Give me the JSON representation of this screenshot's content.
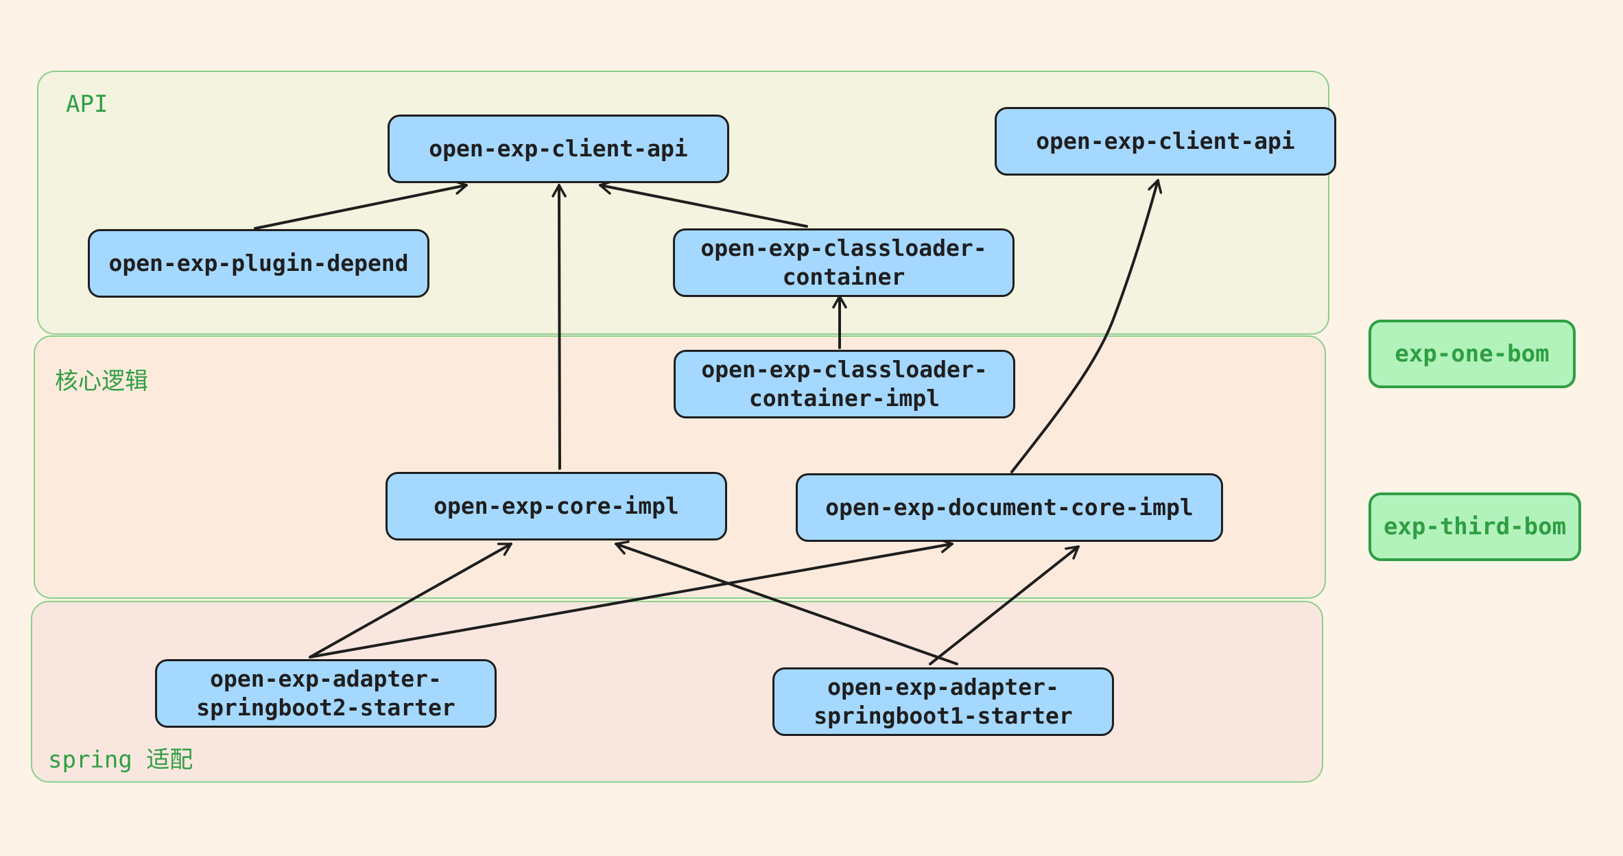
{
  "layers": {
    "api": "API",
    "core": "核心逻辑",
    "spring": "spring 适配"
  },
  "nodes": {
    "client_api_main": "open-exp-client-api",
    "client_api_right": "open-exp-client-api",
    "plugin_depend": "open-exp-plugin-depend",
    "classloader_container": "open-exp-classloader-container",
    "classloader_container_impl": "open-exp-classloader-container-impl",
    "core_impl": "open-exp-core-impl",
    "document_core_impl": "open-exp-document-core-impl",
    "adapter_springboot2": "open-exp-adapter-springboot2-starter",
    "adapter_springboot1": "open-exp-adapter-springboot1-starter"
  },
  "boms": {
    "one": "exp-one-bom",
    "third": "exp-third-bom"
  },
  "colors": {
    "node_fill": "#a5d8ff",
    "node_stroke": "#1e1e1e",
    "bom_fill": "#b2f2bb",
    "bom_stroke": "#2f9e44",
    "label": "#2f9e44",
    "background": "#fdf3e6"
  }
}
